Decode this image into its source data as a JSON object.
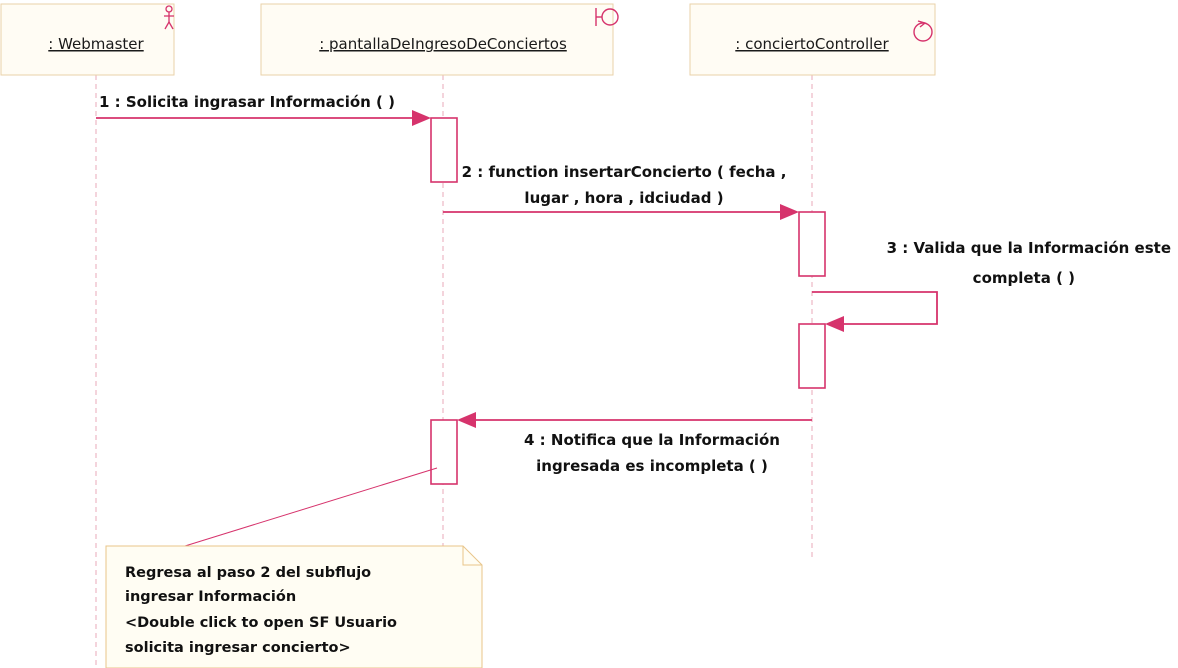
{
  "colors": {
    "message_line": "#d6336c",
    "lifeline": "#e8a8b8",
    "box_border": "#ead2a8",
    "box_fill": "#fffcf4",
    "activation_border": "#d6336c",
    "note_fill": "#fffdf3",
    "note_border": "#e8c58a",
    "icon_stroke": "#d6336c"
  },
  "participants": [
    {
      "label": ": Webmaster",
      "icon": "actor-icon"
    },
    {
      "label": ": pantallaDeIngresoDeConciertos",
      "icon": "boundary-icon"
    },
    {
      "label": ": conciertoController",
      "icon": "control-icon"
    }
  ],
  "messages": [
    {
      "label_lines": [
        "1 : Solicita ingrasar Información (  )"
      ]
    },
    {
      "label_lines": [
        "2 : function insertarConcierto ( fecha ,",
        "lugar , hora , idciudad )"
      ]
    },
    {
      "label_lines": [
        "3 : Valida que la Información este",
        "completa (  )"
      ]
    },
    {
      "label_lines": [
        "4 : Notifica que la Información",
        "ingresada es incompleta (  )"
      ]
    }
  ],
  "note": {
    "lines": [
      "Regresa al paso 2 del subflujo",
      "ingresar Información",
      "<Double click to open SF Usuario",
      "solicita ingresar concierto>"
    ]
  }
}
